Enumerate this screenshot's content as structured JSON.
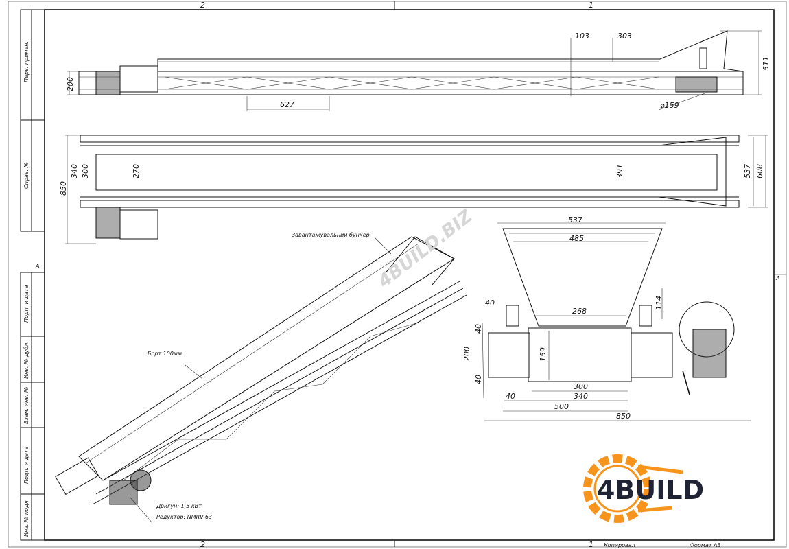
{
  "frame": {
    "zones_top": [
      "2",
      "1"
    ],
    "zones_bottom": [
      "2",
      "1"
    ],
    "zone_side_left": "A",
    "zone_side_right": "A"
  },
  "stamp_column": [
    "Перв. примен.",
    "Справ. №",
    "Подп. и дата",
    "Инв. № дубл.",
    "Взам. инв. №",
    "Подп. и дата",
    "Инв. № подл."
  ],
  "title_block": {
    "copied": "Копировал",
    "format": "Формат А3"
  },
  "side_view_dims": {
    "d103": "103",
    "d303": "303",
    "d511": "511",
    "d200": "200",
    "d627": "627",
    "d159": "⌀159"
  },
  "plan_view_dims": {
    "d850": "850",
    "d340": "340",
    "d300": "300",
    "d270": "270",
    "d391": "391",
    "d537": "537",
    "d608": "608"
  },
  "end_view_dims": {
    "d537": "537",
    "d485": "485",
    "d268": "268",
    "d40a": "40",
    "d114": "114",
    "d40b": "40",
    "d200": "200",
    "d159": "159",
    "d40c": "40",
    "d300": "300",
    "d340": "340",
    "d40d": "40",
    "d500": "500",
    "d850": "850"
  },
  "annotations": {
    "hopper": "Завантажувальний бункер",
    "side": "Борт 100мм.",
    "motor": "Двигун: 1,5 кВт",
    "gearbox": "Редуктор: NMRV-63"
  },
  "watermark": "4BUILD.BIZ",
  "logo": {
    "text": "4BUILD",
    "accent": "#f7941d",
    "dark": "#1f2333"
  }
}
